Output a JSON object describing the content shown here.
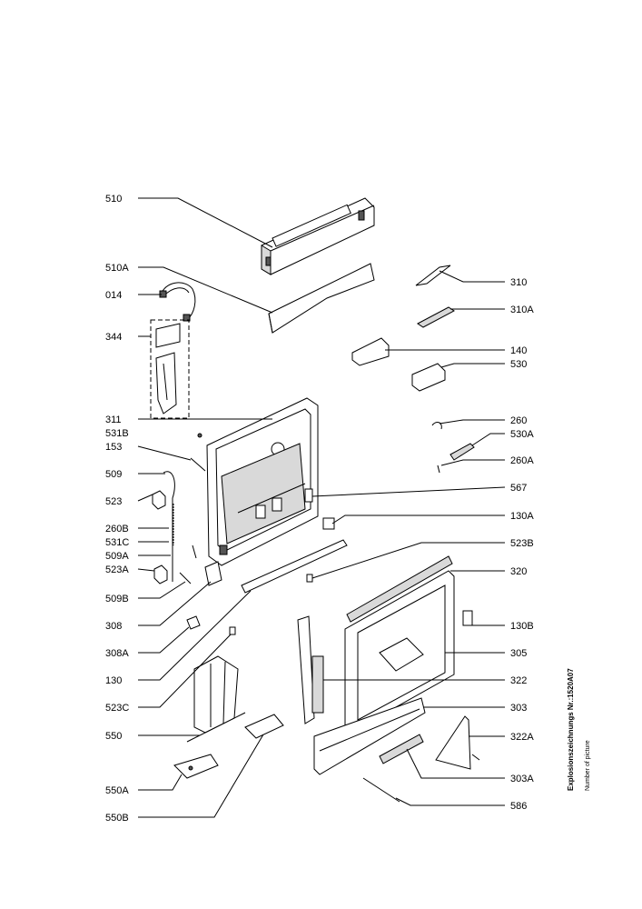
{
  "left_labels": [
    "510",
    "510A",
    "014",
    "344",
    "311",
    "531B",
    "153",
    "509",
    "523",
    "260B",
    "531C",
    "509A",
    "523A",
    "509B",
    "308",
    "308A",
    "130",
    "523C",
    "550",
    "550A",
    "550B"
  ],
  "right_labels": [
    "310",
    "310A",
    "140",
    "530",
    "260",
    "530A",
    "260A",
    "567",
    "130A",
    "523B",
    "320",
    "130B",
    "305",
    "322",
    "303",
    "322A",
    "303A",
    "586"
  ],
  "side_title": "Explosionszeichnungs Nr.:1520A07",
  "side_subtitle": "Number of picture"
}
